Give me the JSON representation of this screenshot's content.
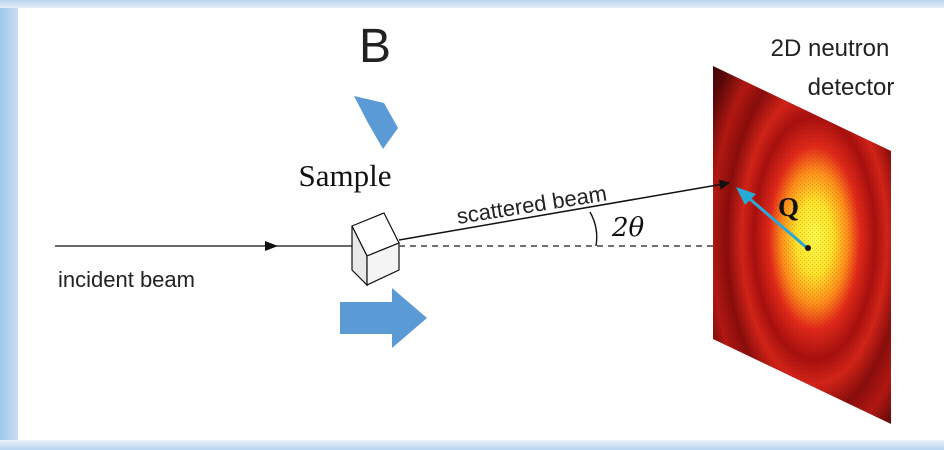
{
  "panel_letter": "B",
  "labels": {
    "sample": "Sample",
    "incident_beam": "incident beam",
    "scattered_beam": "scattered beam",
    "angle": "2θ",
    "q_vector": "Q",
    "detector_line1": "2D neutron",
    "detector_line2": "detector"
  },
  "colors": {
    "panel_letter": "#2e74b5",
    "flow_arrows": "#5b9bd5",
    "q_arrow": "#29a9d6",
    "detector_core": "#fff23a",
    "detector_ring": "#d41e12",
    "detector_edge": "#2a0606"
  }
}
